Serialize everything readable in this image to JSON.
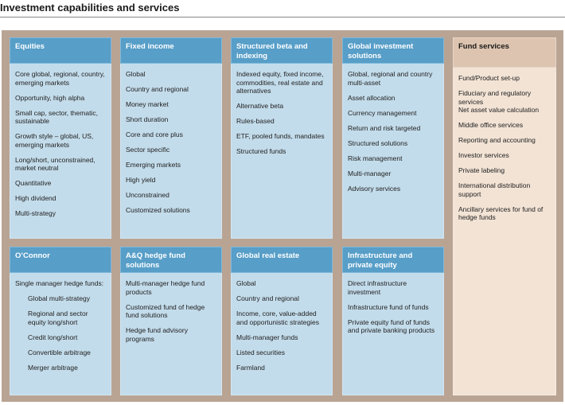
{
  "page": {
    "title": "Investment capabilities and services"
  },
  "cards": {
    "equities": {
      "title": "Equities",
      "items": [
        "Core global, regional, country, emerging markets",
        "Opportunity, high alpha",
        "Small cap, sector, thematic, sustainable",
        "Growth style – global, US, emerging markets",
        "Long/short, unconstrained, market neutral",
        "Quantitative",
        "High dividend",
        "Multi-strategy"
      ]
    },
    "fixed_income": {
      "title": "Fixed income",
      "items": [
        "Global",
        "Country and regional",
        "Money market",
        "Short duration",
        "Core and core plus",
        "Sector specific",
        "Emerging markets",
        "High yield",
        "Unconstrained",
        "Customized solutions"
      ]
    },
    "structured_beta": {
      "title": "Structured beta and indexing",
      "items": [
        "Indexed equity, fixed income, commodities, real estate and alternatives",
        "Alternative beta",
        "Rules-based",
        "ETF, pooled funds, mandates",
        "Structured funds"
      ]
    },
    "global_investment": {
      "title": "Global investment solutions",
      "items": [
        "Global, regional and country multi-asset",
        "Asset allocation",
        "Currency management",
        "Return and risk targeted",
        "Structured solutions",
        "Risk management",
        "Multi-manager",
        "Advisory services"
      ]
    },
    "fund_services": {
      "title": "Fund services",
      "items": [
        "Fund/Product set-up",
        "Fiduciary and regulatory services",
        "Net asset value calculation",
        "Middle office services",
        "Reporting and accounting",
        "Investor services",
        "Private labeling",
        "International distribution support",
        "Ancillary services for fund of hedge funds"
      ]
    },
    "oconnor": {
      "title": "O’Connor",
      "items": [
        "Single manager hedge funds:",
        "Global multi-strategy",
        "Regional and sector equity long/short",
        "Credit long/short",
        "Convertible arbitrage",
        "Merger arbitrage"
      ]
    },
    "aq_hedge": {
      "title": "A&Q hedge fund solutions",
      "items": [
        "Multi-manager hedge fund products",
        "Customized fund of hedge fund solutions",
        "Hedge fund advisory programs"
      ]
    },
    "global_real_estate": {
      "title": "Global real estate",
      "items": [
        "Global",
        "Country and regional",
        "Income, core, value-added and opportunistic strategies",
        "Multi-manager funds",
        "Listed securities",
        "Farmland"
      ]
    },
    "infrastructure": {
      "title": "Infrastructure and private equity",
      "items": [
        "Direct infrastructure investment",
        "Infrastructure fund of funds",
        "Private equity fund of funds and private banking products"
      ]
    }
  },
  "colors": {
    "frame": "#b9a494",
    "blue_header": "#579ec8",
    "blue_body": "#c3dceb",
    "tan_header": "#dcc4b0",
    "tan_body": "#f2e3d5"
  }
}
